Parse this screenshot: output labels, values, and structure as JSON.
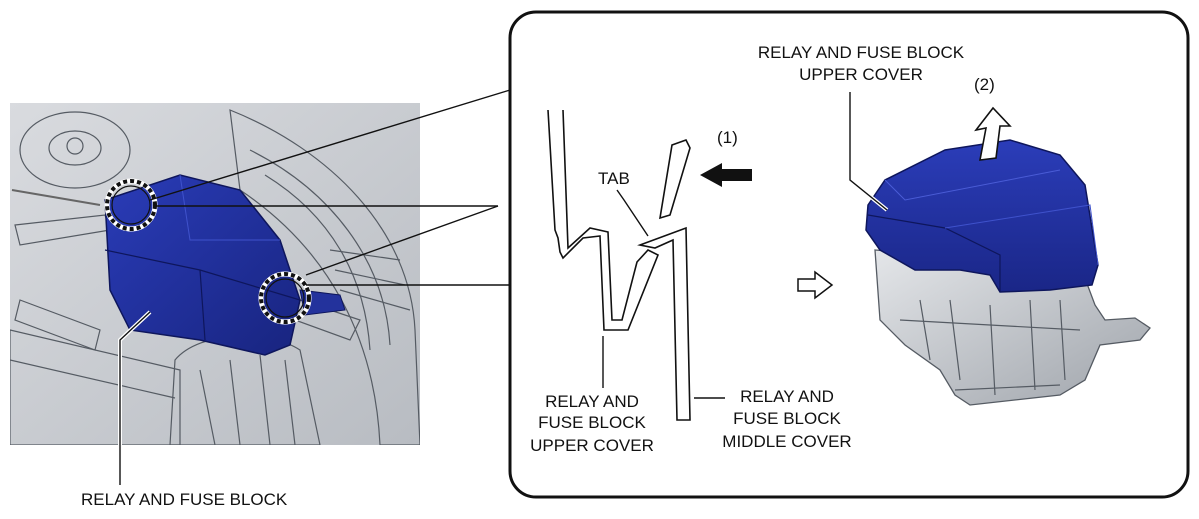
{
  "labels": {
    "relay_fuse_block": "RELAY AND FUSE BLOCK",
    "tab": "TAB",
    "step_1": "(1)",
    "step_2": "(2)",
    "upper_cover_line1": "RELAY AND",
    "upper_cover_line2": "FUSE BLOCK",
    "upper_cover_line3": "UPPER COVER",
    "middle_cover_line1": "RELAY AND",
    "middle_cover_line2": "FUSE BLOCK",
    "middle_cover_line3": "MIDDLE COVER",
    "right_upper_cover_line1": "RELAY AND FUSE BLOCK",
    "right_upper_cover_line2": "UPPER COVER"
  },
  "colors": {
    "cover_blue": "#1f2f9e",
    "cover_blue_dark": "#14207a",
    "engine_gray": "#c9ccd1",
    "outline": "#111111",
    "white": "#ffffff"
  }
}
